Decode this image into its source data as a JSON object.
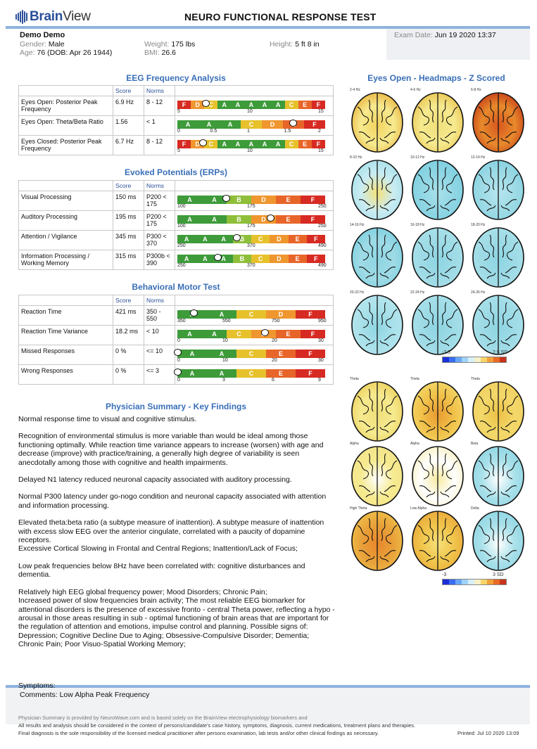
{
  "header": {
    "logo_brain": "Brain",
    "logo_view": "View",
    "title": "NEURO FUNCTIONAL RESPONSE TEST"
  },
  "patient": {
    "name": "Demo Demo",
    "gender_label": "Gender:",
    "gender": "Male",
    "age_label": "Age:",
    "age": "76  (DOB: Apr 26 1944)",
    "weight_label": "Weight:",
    "weight": "175 lbs",
    "bmi_label": "BMI:",
    "bmi": "26.6",
    "height_label": "Height:",
    "height": "5 ft 8 in",
    "exam_label": "Exam Date:",
    "exam_date": "Jun 19 2020 13:37"
  },
  "eeg": {
    "title": "EEG Frequency Analysis",
    "col_score": "Score",
    "col_norms": "Norms",
    "rows": [
      {
        "name": "Eyes Open: Posterior Peak Frequency",
        "score": "6.9 Hz",
        "norms": "8 - 12",
        "grades": [
          "F",
          "D",
          "C",
          "A",
          "A",
          "A",
          "A",
          "A",
          "C",
          "E",
          "F"
        ],
        "ticks": [
          "5",
          "10",
          "15"
        ],
        "marker": 0.19
      },
      {
        "name": "Eyes Open: Theta/Beta Ratio",
        "score": "1.56",
        "norms": "< 1",
        "grades": [
          "A",
          "A",
          "A",
          "C",
          "D",
          "E",
          "F"
        ],
        "ticks": [
          "0",
          "0.5",
          "1",
          "1.5",
          "2"
        ],
        "marker": 0.78
      },
      {
        "name": "Eyes Closed: Posterior Peak Frequency",
        "score": "6.7 Hz",
        "norms": "8 - 12",
        "grades": [
          "F",
          "D",
          "C",
          "A",
          "A",
          "A",
          "A",
          "A",
          "C",
          "E",
          "F"
        ],
        "ticks": [
          "5",
          "10",
          "15"
        ],
        "marker": 0.17
      }
    ]
  },
  "erp": {
    "title": "Evoked Potentials (ERPs)",
    "col_score": "Score",
    "col_norms": "Norms",
    "rows": [
      {
        "name": "Visual Processing",
        "score": "150 ms",
        "norms": "P200 < 175",
        "grades": [
          "A",
          "A",
          "B",
          "D",
          "E",
          "F"
        ],
        "ticks": [
          "100",
          "175",
          "250"
        ],
        "marker": 0.33
      },
      {
        "name": "Auditory Processing",
        "score": "195 ms",
        "norms": "P200 < 175",
        "grades": [
          "A",
          "A",
          "B",
          "D",
          "E",
          "F"
        ],
        "ticks": [
          "100",
          "175",
          "250"
        ],
        "marker": 0.63
      },
      {
        "name": "Attention / Vigilance",
        "score": "345 ms",
        "norms": "P300 < 370",
        "grades": [
          "A",
          "A",
          "A",
          "B",
          "C",
          "D",
          "E",
          "F"
        ],
        "ticks": [
          "250",
          "370",
          "490"
        ],
        "marker": 0.4
      },
      {
        "name": "Information Processing / Working Memory",
        "score": "315 ms",
        "norms": "P300b < 390",
        "grades": [
          "A",
          "A",
          "A",
          "B",
          "C",
          "D",
          "E",
          "F"
        ],
        "ticks": [
          "250",
          "370",
          "490"
        ],
        "marker": 0.27
      }
    ]
  },
  "motor": {
    "title": "Behavioral Motor Test",
    "col_score": "Score",
    "col_norms": "Norms",
    "rows": [
      {
        "name": "Reaction Time",
        "score": "421 ms",
        "norms": "350 - 550",
        "grades": [
          "A",
          "A",
          "C",
          "D",
          "F"
        ],
        "ticks": [
          "350",
          "550",
          "750",
          "950"
        ],
        "marker": 0.11
      },
      {
        "name": "Reaction Time Variance",
        "score": "18.2 ms",
        "norms": "< 10",
        "grades": [
          "A",
          "A",
          "C",
          "D",
          "E",
          "F"
        ],
        "ticks": [
          "0",
          "10",
          "20",
          "30"
        ],
        "marker": 0.59
      },
      {
        "name": "Missed Responses",
        "score": "0 %",
        "norms": "<= 10",
        "grades": [
          "A",
          "A",
          "C",
          "E",
          "F"
        ],
        "ticks": [
          "0",
          "10",
          "20",
          "30"
        ],
        "marker": 0.0
      },
      {
        "name": "Wrong Responses",
        "score": "0 %",
        "norms": "<= 3",
        "grades": [
          "A",
          "A",
          "C",
          "E",
          "F"
        ],
        "ticks": [
          "0",
          "3",
          "6",
          "9"
        ],
        "marker": 0.0
      }
    ]
  },
  "summary": {
    "title": "Physician Summary - Key Findings",
    "paragraphs": [
      "Normal response time to visual and cognitive stimulus.",
      "Recognition of environmental stimulus is more variable than would be ideal among those functioning optimally. While reaction time variance appears to increase (worsen) with age and decrease (improve) with practice/training, a generally high degree of variability is seen anecdotally among those with cognitive and health impairments.",
      "Delayed N1 latency reduced neuronal capacity associated with auditory processing.",
      "Normal P300 latency under go-nogo condition and neuronal capacity associated with attention and information processing.",
      "Elevated theta:beta ratio (a subtype measure of inattention). A subtype measure of inattention with excess slow EEG over the anterior cingulate, correlated with a paucity of dopamine receptors.\nExcessive Cortical Slowing in Frontal and Central Regions; Inattention/Lack of Focus;",
      "Low peak frequencies below 8Hz have been correlated with: cognitive disturbances and dementia.",
      "Relatively high EEG global frequency power; Mood Disorders; Chronic Pain;\nIncreased power of slow frequencies brain activity; The most reliable EEG biomarker for attentional disorders is the presence of excessive fronto - central Theta power, reflecting a hypo - arousal in those areas resulting in sub - optimal functioning of brain areas that are important for the regulation of attention and emotions, impulse control and planning. Possible signs of: Depression; Cognitive Decline Due to Aging; Obsessive-Compulsive Disorder; Dementia; Chronic Pain; Poor Visuo-Spatial Working Memory;"
    ]
  },
  "headmaps": {
    "title": "Eyes Open - Headmaps - Z Scored",
    "top_labels": [
      "2-4 Hz",
      "4-6 Hz",
      "6-8 Hz",
      "8-10 Hz",
      "10-12 Hz",
      "12-14 Hz",
      "14-16 Hz",
      "16-18 Hz",
      "18-20 Hz",
      "20-22 Hz",
      "22-24 Hz",
      "24-26 Hz"
    ],
    "top_scale": {
      "min": "-2.5",
      "max": "2.5 SD"
    },
    "bottom_labels": [
      "Theta",
      "Theta",
      "Theta",
      "Alpha",
      "Alpha",
      "Beta",
      "High Theta",
      "Low Alpha",
      "Delta"
    ],
    "bottom_scale": {
      "min": "-3",
      "max": "3 SD"
    }
  },
  "footer": {
    "symptoms": "Symptoms:",
    "comments": "Comments: Low Alpha Peak Frequency",
    "disclaimer1": "Physician Summary is provided by NeuroWave.com and is based solely on the BrainView electrophysiology biomarkers and",
    "disclaimer2": "All results and analysis should be considered in the context of persons/candidate's case history, symptoms, diagnosis, current medications, treatment plans and therapies.",
    "disclaimer3": "Final diagnosis is the sole responsibility of the licensed medical practitioner after persons examination, lab tests and/or other clinical findings as necessary.",
    "printed": "Printed: Jul 10 2020 13:09"
  },
  "colors": {
    "A": "#3e9b3a",
    "B": "#8fbf3a",
    "C": "#e6c12b",
    "D": "#f0962e",
    "E": "#e8652a",
    "F": "#d72a22",
    "accent": "#3a6fb8"
  }
}
